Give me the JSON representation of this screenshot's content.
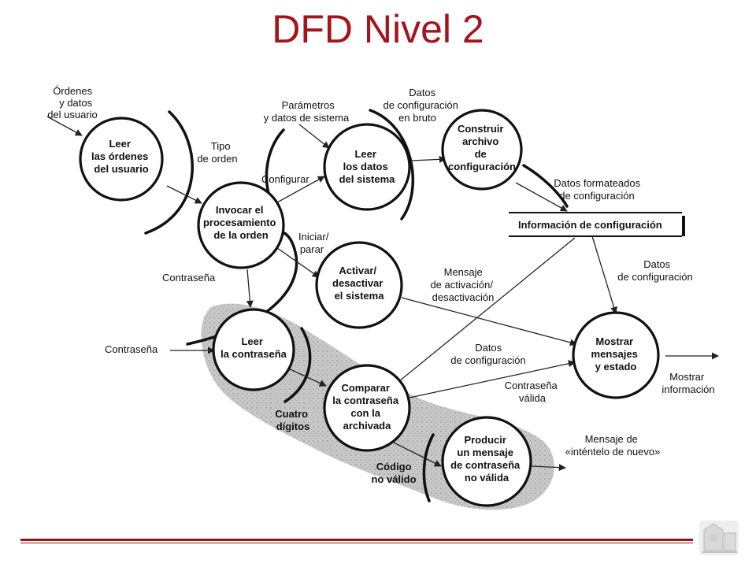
{
  "title": "DFD Nivel 2",
  "processes": {
    "leer_ordenes": [
      "Leer",
      "las órdenes",
      "del usuario"
    ],
    "invocar": [
      "Invocar el",
      "procesamiento",
      "de la orden"
    ],
    "leer_datos": [
      "Leer",
      "los datos",
      "del sistema"
    ],
    "construir": [
      "Construir",
      "archivo",
      "de",
      "configuración"
    ],
    "activar": [
      "Activar/",
      "desactivar",
      "el sistema"
    ],
    "leer_contrasena": [
      "Leer",
      "la contraseña"
    ],
    "comparar": [
      "Comparar",
      "la contraseña",
      "con la",
      "archivada"
    ],
    "producir": [
      "Producir",
      "un mensaje",
      "de contraseña",
      "no válida"
    ],
    "mostrar": [
      "Mostrar",
      "mensajes",
      "y estado"
    ]
  },
  "store": {
    "label": "Información de configuración"
  },
  "flows": {
    "ordenes": [
      "Órdenes",
      "y datos",
      "del usuario"
    ],
    "tipo_orden": [
      "Tipo",
      "de orden"
    ],
    "configurar": "Configurar",
    "parametros": [
      "Parámetros",
      "y datos de sistema"
    ],
    "datos_bruto": [
      "Datos",
      "de configuración",
      "en bruto"
    ],
    "datos_formateados": [
      "Datos formateados",
      "de configuración"
    ],
    "iniciar": [
      "Iniciar/",
      "parar"
    ],
    "contrasena_1": "Contraseña",
    "contrasena_2": "Contraseña",
    "mensaje_activacion": [
      "Mensaje",
      "de activación/",
      "desactivación"
    ],
    "datos_config_1": [
      "Datos",
      "de configuración"
    ],
    "datos_config_2": [
      "Datos",
      "de configuración"
    ],
    "contrasena_valida": [
      "Contraseña",
      "válida"
    ],
    "mostrar_info": [
      "Mostrar",
      "información"
    ],
    "mensaje_intentelo": [
      "Mensaje de",
      "«inténtelo de nuevo»"
    ],
    "cuatro_digitos": [
      "Cuatro",
      "dígitos"
    ],
    "codigo_no_valido": [
      "Código",
      "no válido"
    ]
  },
  "colors": {
    "title": "#a3141c",
    "shade": "#c8c8c8",
    "rule": "#8b1a1a"
  }
}
